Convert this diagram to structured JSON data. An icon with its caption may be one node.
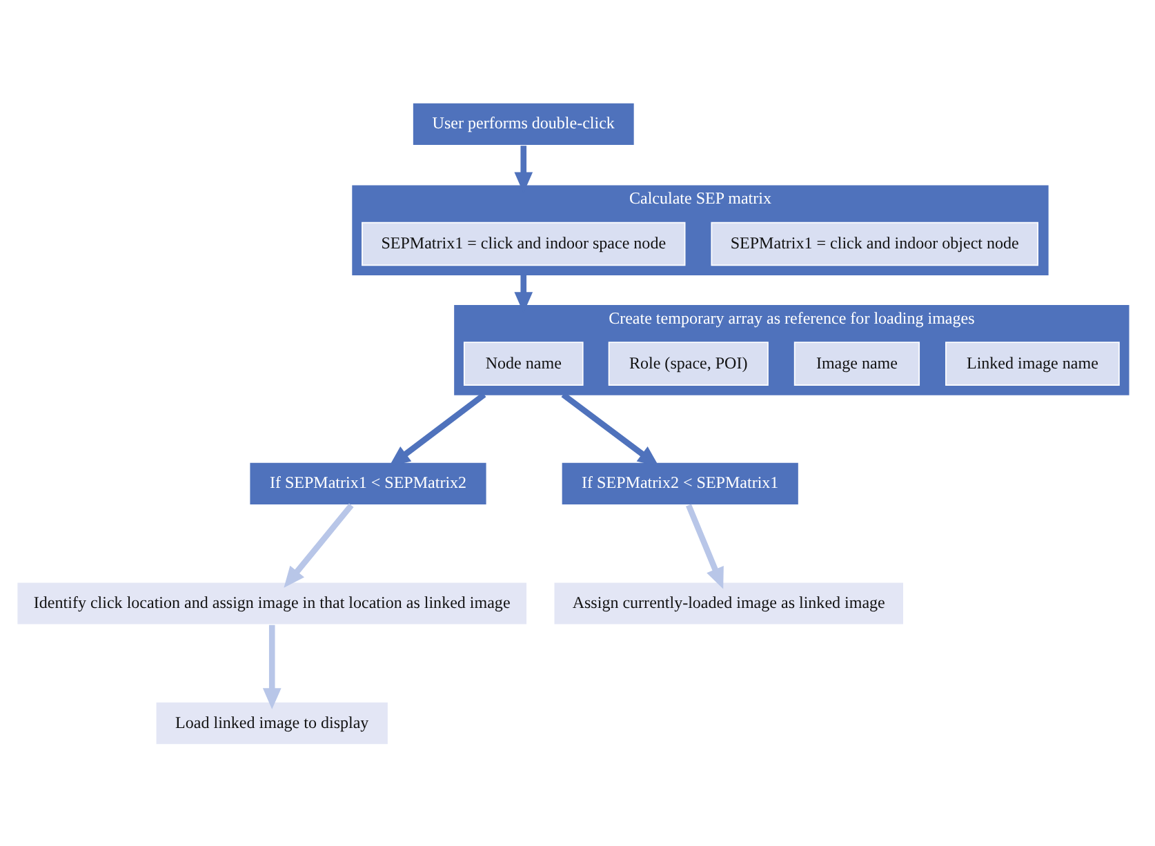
{
  "diagram": {
    "nodes": [
      {
        "text": [
          "User performs double-click"
        ]
      },
      {
        "text": [
          "Calculate SEP matrix"
        ]
      },
      {
        "text": [
          "SEPMatrix1 = click and indoor space node"
        ],
        "in": 1
      },
      {
        "text": [
          "SEPMatrix1 = click and indoor object node"
        ],
        "in": 1
      },
      {
        "text": [
          "Create temporary array as reference for loading images"
        ]
      },
      {
        "text": [
          "Node name"
        ],
        "in": 4
      },
      {
        "text": [
          "Role (space, POI)"
        ],
        "in": 4
      },
      {
        "text": [
          "Image name"
        ],
        "in": 4
      },
      {
        "text": [
          "Linked image name"
        ],
        "in": 4
      },
      {
        "text": [
          "If SEPMatrix1 < SEPMatrix2"
        ]
      },
      {
        "text": [
          "If SEPMatrix2 < SEPMatrix1"
        ]
      },
      {
        "text": [
          "Identify click location and assign image in that location as linked image"
        ]
      },
      {
        "text": [
          "Assign currently-loaded image as linked image"
        ]
      },
      {
        "text": [
          "Load linked image to display"
        ]
      }
    ],
    "edges": [
      {
        "from": 0,
        "to": 1,
        "arrow": "to",
        "color": "#4f72bc"
      },
      {
        "from": 1,
        "to": 4,
        "arrow": "to",
        "color": "#4f72bc"
      },
      {
        "from": 4,
        "to": 9,
        "arrow": "to",
        "color": "#4f72bc"
      },
      {
        "from": 4,
        "to": 10,
        "arrow": "to",
        "color": "#4f72bc"
      },
      {
        "from": 9,
        "to": 11,
        "arrow": "to",
        "color": "#b8c6e8"
      },
      {
        "from": 10,
        "to": 12,
        "arrow": "to",
        "color": "#b8c6e8"
      },
      {
        "from": 11,
        "to": 13,
        "arrow": "to",
        "color": "#b8c6e8"
      }
    ]
  }
}
